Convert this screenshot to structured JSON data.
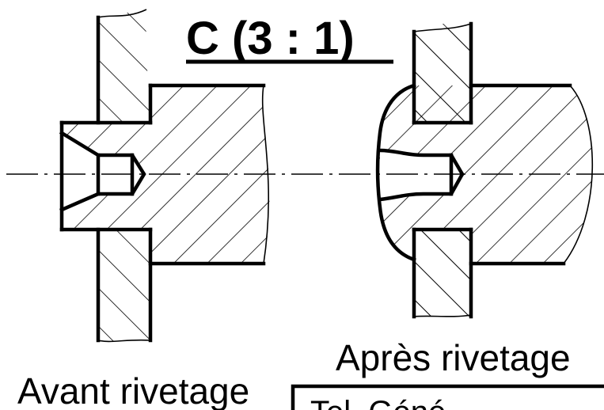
{
  "drawing": {
    "title": "C (3 : 1)",
    "label_before": "Avant rivetage",
    "label_after": "Après rivetage",
    "title_block_text": "Tel. Géné"
  },
  "colors": {
    "ink": "#000000",
    "paper": "#ffffff"
  }
}
